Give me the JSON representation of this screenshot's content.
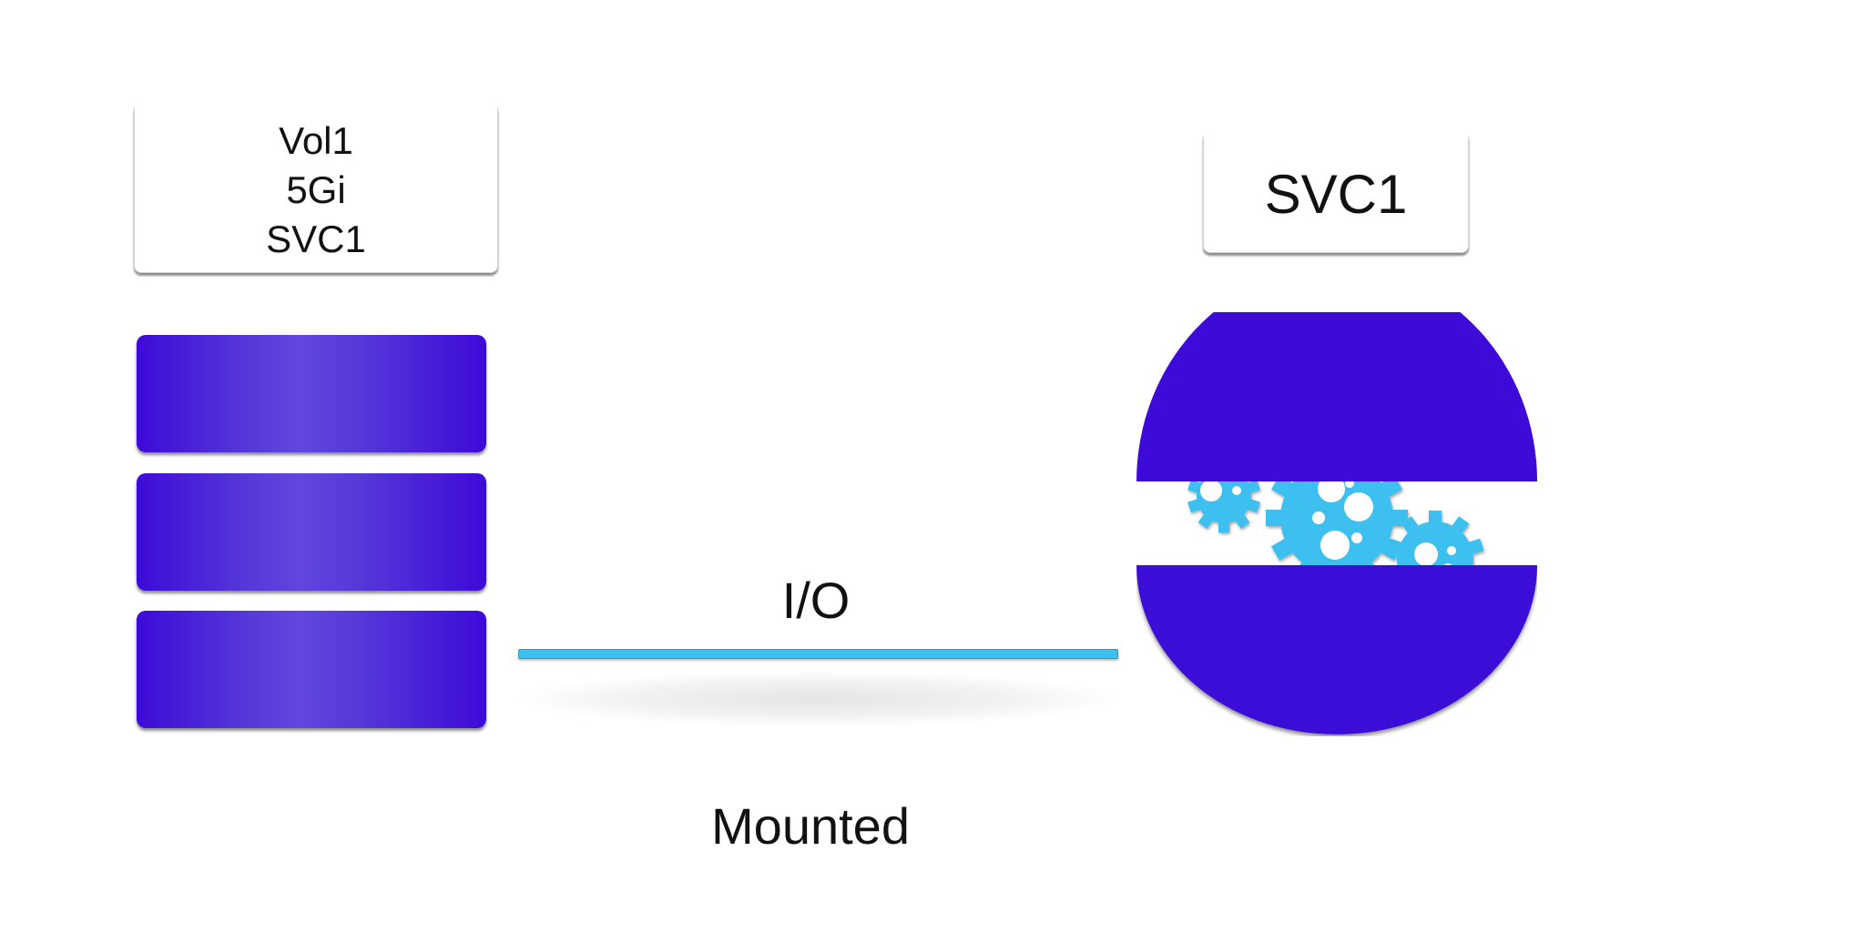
{
  "volume_card": {
    "lines": [
      "Vol1",
      "5Gi",
      "SVC1"
    ]
  },
  "service_card": {
    "label": "SVC1"
  },
  "connection": {
    "top_label": "I/O",
    "bottom_label": "Mounted"
  },
  "storage_disks": {
    "count": 3,
    "color": "#3d0ad8"
  },
  "service_icon": {
    "name": "gears-icon",
    "sphere_color": "#3d0ad8",
    "gear_color": "#3cc0f0"
  },
  "connector_color": "#3cc0f0"
}
